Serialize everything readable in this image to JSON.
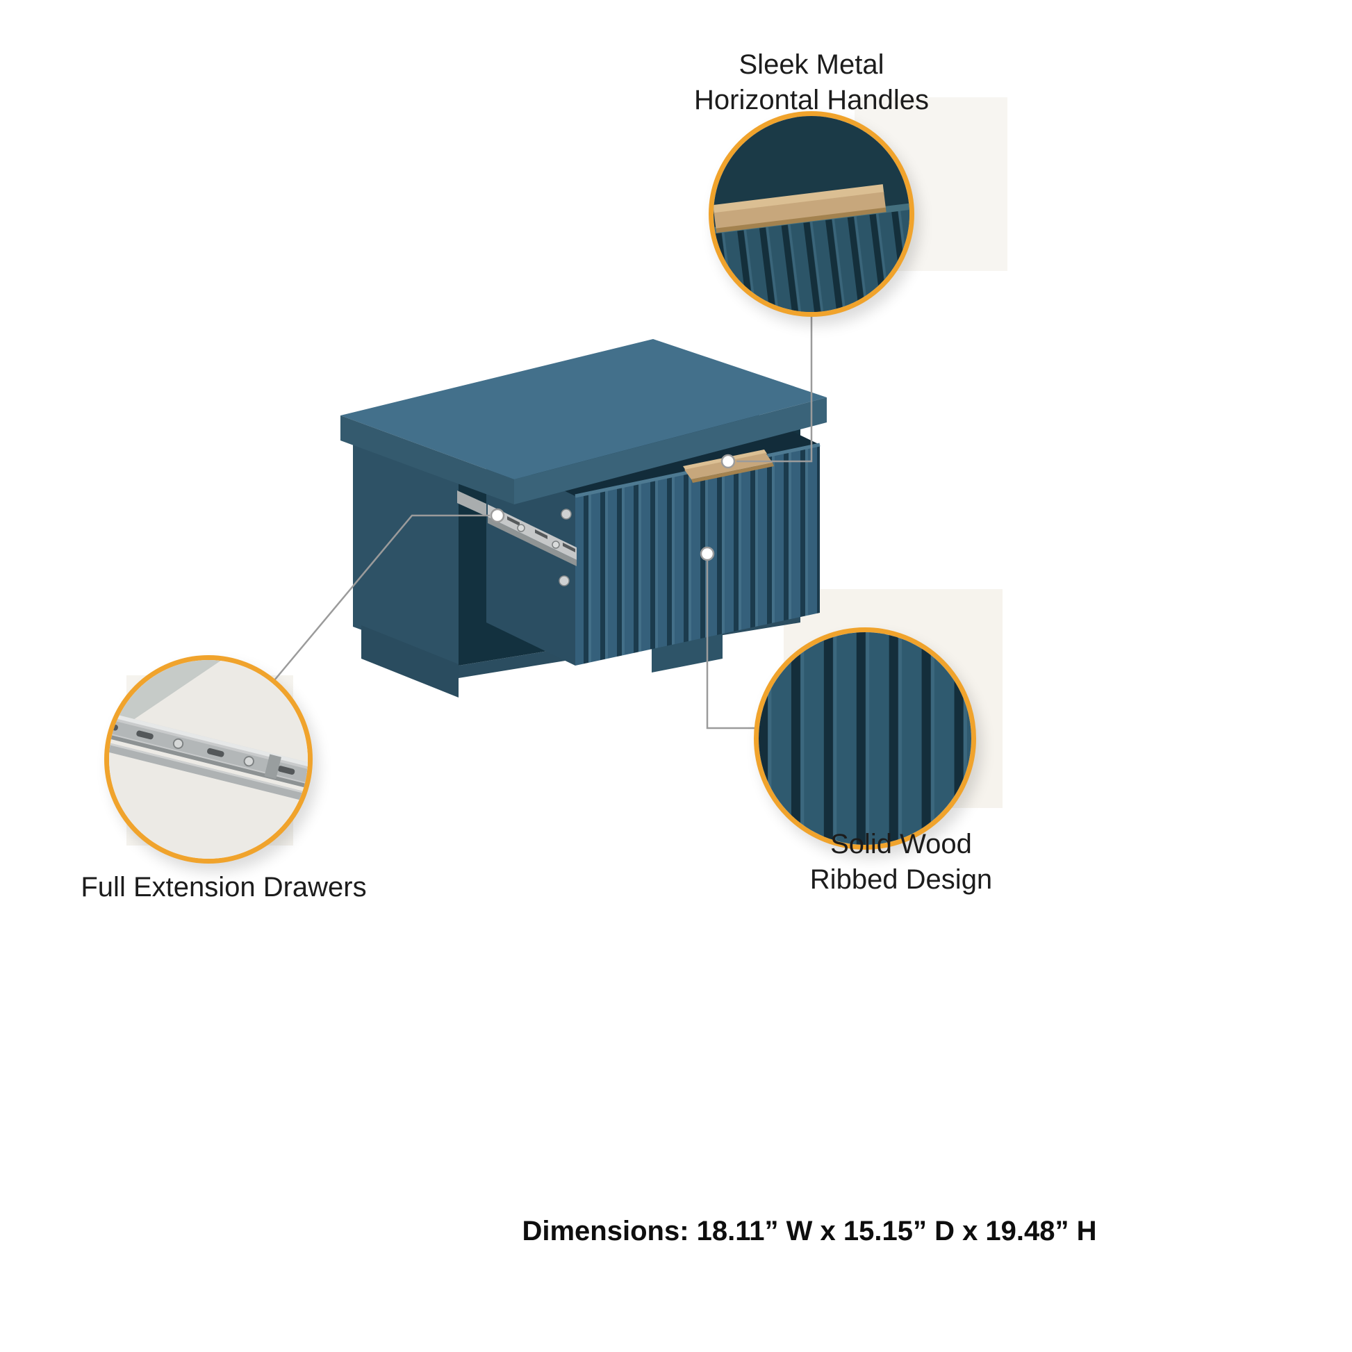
{
  "infographic": {
    "background": "#FFFFFF",
    "accent_ring_color": "#F0A32C",
    "leader_line_color": "#9B9B9B",
    "text_color": "#1C1C1C",
    "product": {
      "type": "nightstand with open drawer",
      "body_color": "#33607B",
      "body_dark_color": "#13313F",
      "top_color": "#43708B",
      "handle_color": "#C7A77C",
      "slide_metal_color": "#C9CBCC"
    },
    "callouts": {
      "handles": {
        "line1": "Sleek Metal",
        "line2": "Horizontal Handles"
      },
      "drawers": {
        "line1": "Full Extension Drawers"
      },
      "ribbed": {
        "line1": "Solid Wood",
        "line2": "Ribbed Design"
      }
    },
    "dimensions_label": "Dimensions: 18.11” W x 15.15” D x 19.48” H"
  }
}
